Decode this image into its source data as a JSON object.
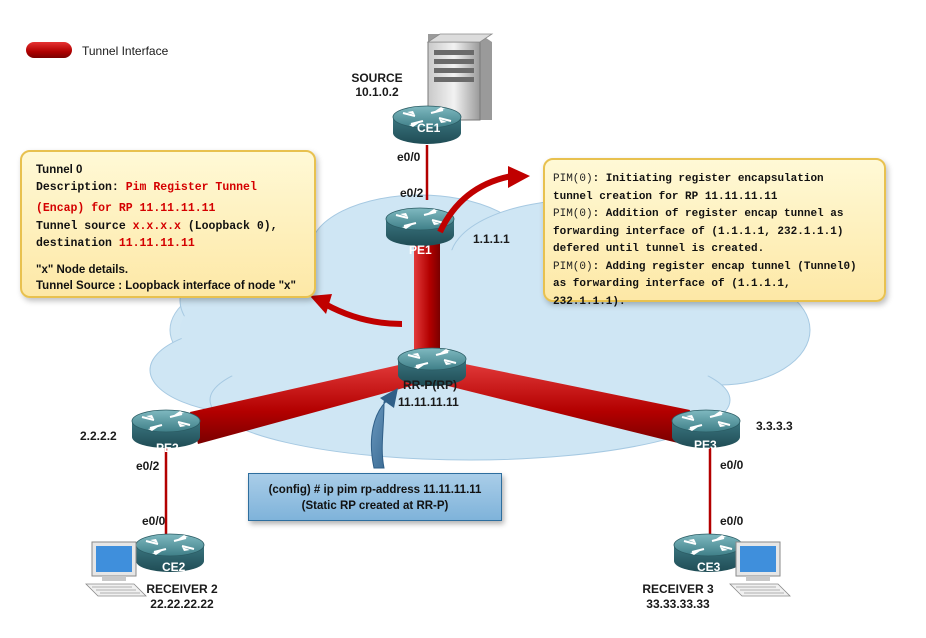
{
  "legend": {
    "label": "Tunnel Interface",
    "color": "#c00000"
  },
  "nodes": {
    "ce1": {
      "name": "CE1",
      "source_label": "SOURCE",
      "source_ip": "10.1.0.2",
      "interface": "e0/0"
    },
    "pe1": {
      "name": "PE1",
      "interface": "e0/2",
      "ip": "1.1.1.1"
    },
    "rp": {
      "name": "RR-P(RP)",
      "ip": "11.11.11.11"
    },
    "pe2": {
      "name": "PE2",
      "ip": "2.2.2.2",
      "interface": "e0/2"
    },
    "pe3": {
      "name": "PE3",
      "ip": "3.3.3.3",
      "interface": "e0/0"
    },
    "ce2": {
      "name": "CE2",
      "interface": "e0/0",
      "receiver_label": "RECEIVER 2",
      "receiver_ip": "22.22.22.22"
    },
    "ce3": {
      "name": "CE3",
      "interface": "e0/0",
      "receiver_label": "RECEIVER 3",
      "receiver_ip": "33.33.33.33"
    }
  },
  "tunnel_note": {
    "title": "Tunnel 0",
    "description_label": "Description: ",
    "description_value_1": "Pim Register Tunnel",
    "description_value_2": "(Encap) for RP 11.11.11.11",
    "source_label": "Tunnel source ",
    "source_value": "x.x.x.x",
    "source_suffix": " (Loopback 0),",
    "destination_label": "destination ",
    "destination_value": "11.11.11.11",
    "x_details": "\"x\" Node details.",
    "tunnel_source_note": "Tunnel Source : Loopback interface of node \"x\""
  },
  "pim_log": {
    "prefix": "PIM(0)",
    "l1": ": Initiating register encapsulation",
    "l2": "tunnel creation for RP 11.11.11.11",
    "l3": ": Addition of register encap tunnel as",
    "l4": "forwarding interface of (1.1.1.1, 232.1.1.1)",
    "l5": "defered until tunnel is created.",
    "l6": ": Adding register encap tunnel (Tunnel0)",
    "l7": "as forwarding interface of (1.1.1.1,",
    "l8": "232.1.1.1)."
  },
  "config_box": {
    "command": "(config) # ip pim rp-address 11.11.11.11",
    "note": "(Static RP created at RR-P)"
  },
  "colors": {
    "tunnel": "#c00000",
    "cloud": "#cfe6f4",
    "router": "#3f7f88",
    "note_border": "#e8c14f",
    "red_text": "#d40000"
  }
}
